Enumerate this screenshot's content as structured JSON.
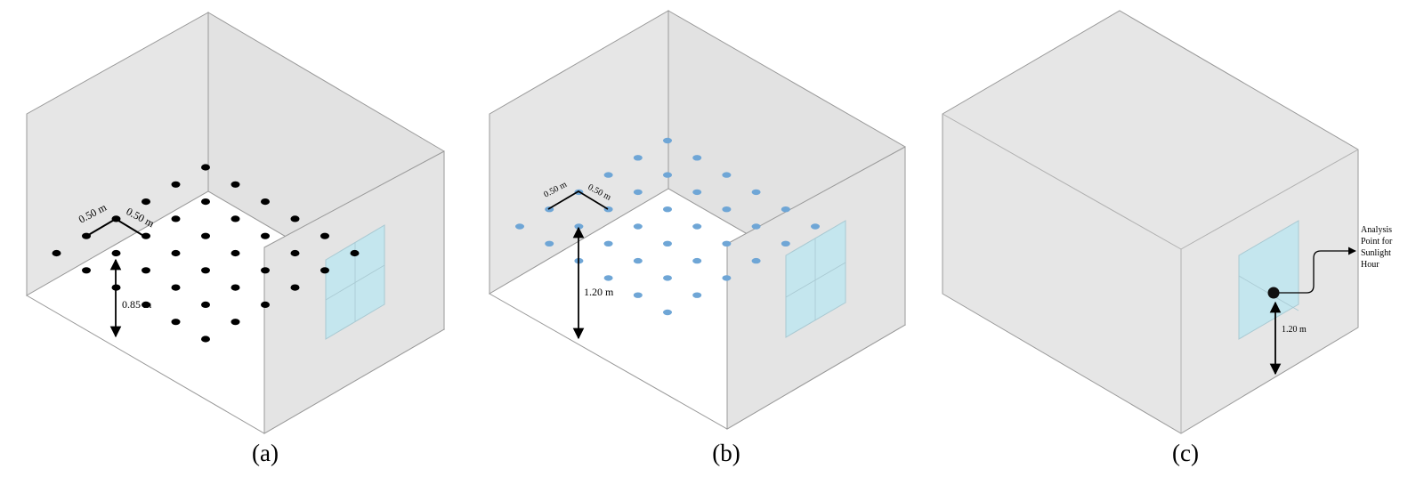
{
  "panels": [
    {
      "caption": "(a)",
      "spacing_labels": [
        "0.50 m",
        "0.50 m"
      ],
      "height_label": "0.85 m"
    },
    {
      "caption": "(b)",
      "spacing_labels": [
        "0.50 m",
        "0.50 m"
      ],
      "height_label": "1.20 m"
    },
    {
      "caption": "(c)",
      "height_label": "1.20 m",
      "annotation": [
        "Analysis",
        "Point for",
        "Sunlight",
        "Hour"
      ]
    }
  ],
  "colors": {
    "wall": "#e6e6e6",
    "wall_edge": "#9a9a9a",
    "floor": "#ffffff",
    "window": "#c4e6ee",
    "point_a": "#000000",
    "point_b": "#6fa6d6",
    "point_c": "#111111"
  },
  "icons": [
    "dimension-arrow-icon",
    "analysis-point-icon",
    "leader-arrow-icon"
  ]
}
